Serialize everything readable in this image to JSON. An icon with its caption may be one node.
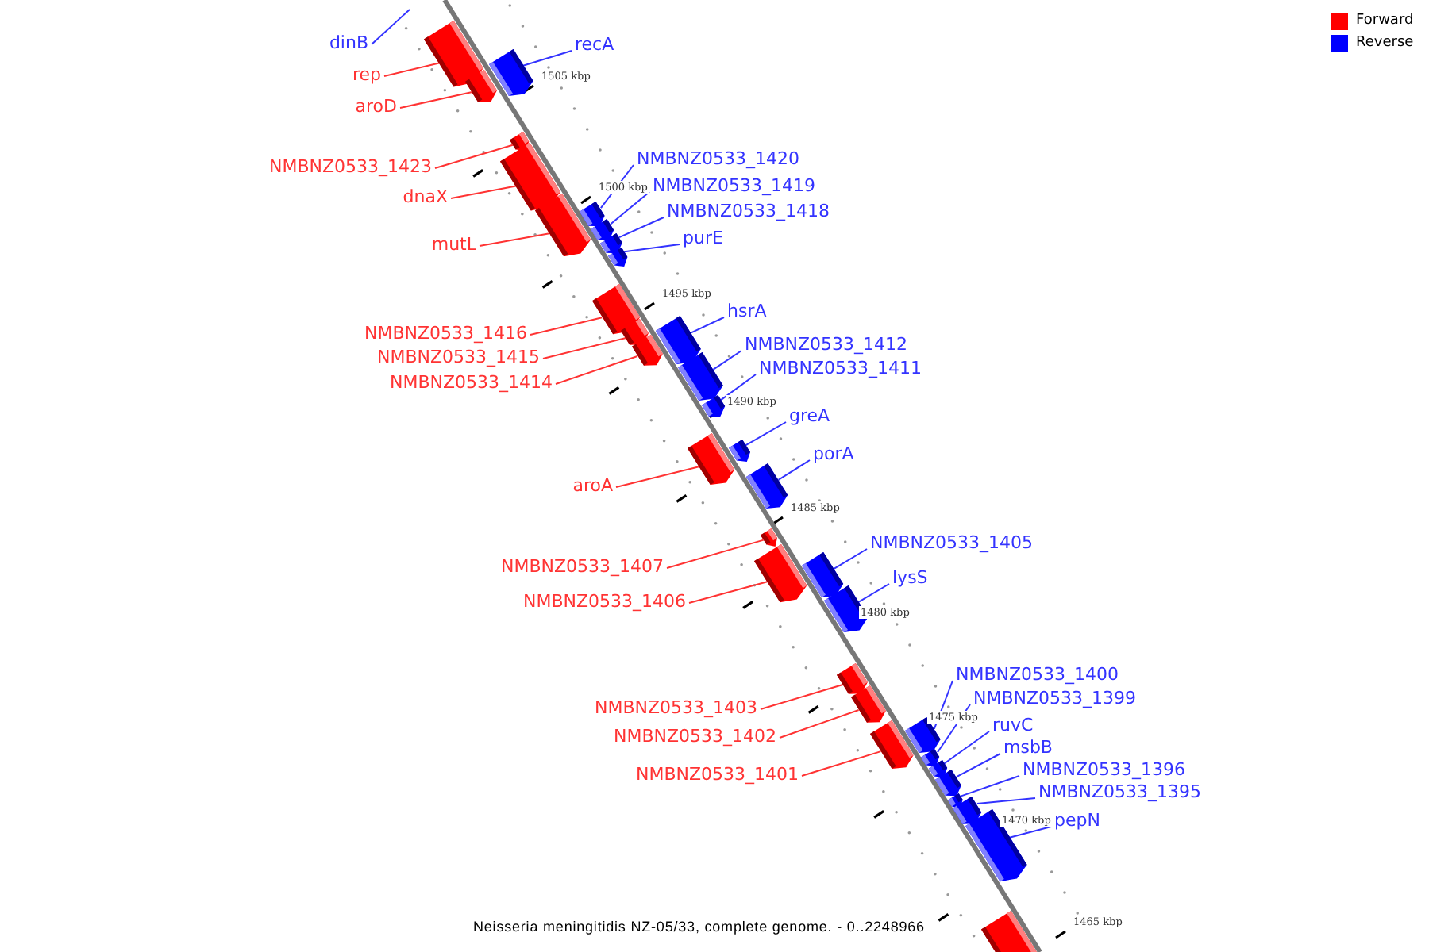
{
  "diagram": {
    "caption": "Neisseria meningitidis NZ-05/33, complete genome. - 0..2248966",
    "nodes": [
      {
        "text": [
          "dinB"
        ]
      },
      {
        "text": [
          "rep"
        ]
      },
      {
        "text": [],
        "shape": "bar"
      },
      {
        "text": [
          "aroD"
        ]
      },
      {
        "text": [],
        "shape": "bar"
      },
      {
        "text": [
          "recA"
        ]
      },
      {
        "text": [],
        "shape": "bar"
      },
      {
        "text": [
          "NMBNZ0533_1423"
        ]
      },
      {
        "text": [],
        "shape": "bar"
      },
      {
        "text": [
          "dnaX"
        ]
      },
      {
        "text": [],
        "shape": "bar"
      },
      {
        "text": [
          "mutL"
        ]
      },
      {
        "text": [],
        "shape": "bar"
      },
      {
        "text": [
          "NMBNZ0533_1420"
        ]
      },
      {
        "text": [],
        "shape": "bar"
      },
      {
        "text": [
          "NMBNZ0533_1419"
        ]
      },
      {
        "text": [],
        "shape": "bar"
      },
      {
        "text": [
          "NMBNZ0533_1418"
        ]
      },
      {
        "text": [],
        "shape": "bar"
      },
      {
        "text": [
          "purE"
        ]
      },
      {
        "text": [],
        "shape": "bar"
      },
      {
        "text": [
          "NMBNZ0533_1416"
        ]
      },
      {
        "text": [],
        "shape": "bar"
      },
      {
        "text": [
          "NMBNZ0533_1415"
        ]
      },
      {
        "text": [],
        "shape": "bar"
      },
      {
        "text": [
          "NMBNZ0533_1414"
        ]
      },
      {
        "text": [],
        "shape": "bar"
      },
      {
        "text": [
          "hsrA"
        ]
      },
      {
        "text": [],
        "shape": "bar"
      },
      {
        "text": [
          "NMBNZ0533_1412"
        ]
      },
      {
        "text": [],
        "shape": "bar"
      },
      {
        "text": [
          "NMBNZ0533_1411"
        ]
      },
      {
        "text": [],
        "shape": "bar"
      },
      {
        "text": [
          "greA"
        ]
      },
      {
        "text": [],
        "shape": "bar"
      },
      {
        "text": [
          "aroA"
        ]
      },
      {
        "text": [],
        "shape": "bar"
      },
      {
        "text": [
          "porA"
        ]
      },
      {
        "text": [],
        "shape": "bar"
      },
      {
        "text": [
          "NMBNZ0533_1407"
        ]
      },
      {
        "text": [],
        "shape": "bar"
      },
      {
        "text": [
          "NMBNZ0533_1406"
        ]
      },
      {
        "text": [],
        "shape": "bar"
      },
      {
        "text": [
          "NMBNZ0533_1405"
        ]
      },
      {
        "text": [],
        "shape": "bar"
      },
      {
        "text": [
          "lysS"
        ]
      },
      {
        "text": [],
        "shape": "bar"
      },
      {
        "text": [
          "NMBNZ0533_1403"
        ]
      },
      {
        "text": [],
        "shape": "bar"
      },
      {
        "text": [
          "NMBNZ0533_1402"
        ]
      },
      {
        "text": [],
        "shape": "bar"
      },
      {
        "text": [
          "NMBNZ0533_1400"
        ]
      },
      {
        "text": [],
        "shape": "bar"
      },
      {
        "text": [
          "NMBNZ0533_1399"
        ]
      },
      {
        "text": [],
        "shape": "bar"
      },
      {
        "text": [
          "ruvC"
        ]
      },
      {
        "text": [],
        "shape": "bar"
      },
      {
        "text": [
          "NMBNZ0533_1401"
        ]
      },
      {
        "text": [],
        "shape": "bar"
      },
      {
        "text": [
          "msbB"
        ]
      },
      {
        "text": [],
        "shape": "bar"
      },
      {
        "text": [
          "NMBNZ0533_1396"
        ]
      },
      {
        "text": [],
        "shape": "bar"
      },
      {
        "text": [
          "NMBNZ0533_1395"
        ]
      },
      {
        "text": [],
        "shape": "bar"
      },
      {
        "text": [
          "pepN"
        ]
      },
      {
        "text": [],
        "shape": "bar"
      },
      {
        "text": [],
        "shape": "bar"
      }
    ],
    "edges": [
      {
        "from": 0,
        "to": null,
        "arrow": "none",
        "color": "#3333ff"
      },
      {
        "from": 1,
        "to": 2,
        "arrow": "none",
        "color": "#ff3333"
      },
      {
        "from": 3,
        "to": 4,
        "arrow": "none",
        "color": "#ff3333"
      },
      {
        "from": 5,
        "to": 6,
        "arrow": "none",
        "color": "#3333ff"
      },
      {
        "from": 7,
        "to": 8,
        "arrow": "none",
        "color": "#ff3333"
      },
      {
        "from": 9,
        "to": 10,
        "arrow": "none",
        "color": "#ff3333"
      },
      {
        "from": 11,
        "to": 12,
        "arrow": "none",
        "color": "#ff3333"
      },
      {
        "from": 13,
        "to": 14,
        "arrow": "none",
        "color": "#3333ff"
      },
      {
        "from": 15,
        "to": 16,
        "arrow": "none",
        "color": "#3333ff"
      },
      {
        "from": 17,
        "to": 18,
        "arrow": "none",
        "color": "#3333ff"
      },
      {
        "from": 19,
        "to": 20,
        "arrow": "none",
        "color": "#3333ff"
      },
      {
        "from": 21,
        "to": 22,
        "arrow": "none",
        "color": "#ff3333"
      },
      {
        "from": 23,
        "to": 24,
        "arrow": "none",
        "color": "#ff3333"
      },
      {
        "from": 25,
        "to": 26,
        "arrow": "none",
        "color": "#ff3333"
      },
      {
        "from": 27,
        "to": 28,
        "arrow": "none",
        "color": "#3333ff"
      },
      {
        "from": 29,
        "to": 30,
        "arrow": "none",
        "color": "#3333ff"
      },
      {
        "from": 31,
        "to": 32,
        "arrow": "none",
        "color": "#3333ff"
      },
      {
        "from": 33,
        "to": 34,
        "arrow": "none",
        "color": "#3333ff"
      },
      {
        "from": 35,
        "to": 36,
        "arrow": "none",
        "color": "#ff3333"
      },
      {
        "from": 37,
        "to": 38,
        "arrow": "none",
        "color": "#3333ff"
      },
      {
        "from": 39,
        "to": 40,
        "arrow": "none",
        "color": "#ff3333"
      },
      {
        "from": 41,
        "to": 42,
        "arrow": "none",
        "color": "#ff3333"
      },
      {
        "from": 43,
        "to": 44,
        "arrow": "none",
        "color": "#3333ff"
      },
      {
        "from": 45,
        "to": 46,
        "arrow": "none",
        "color": "#3333ff"
      },
      {
        "from": 47,
        "to": 48,
        "arrow": "none",
        "color": "#ff3333"
      },
      {
        "from": 49,
        "to": 50,
        "arrow": "none",
        "color": "#ff3333"
      },
      {
        "from": 51,
        "to": 52,
        "arrow": "none",
        "color": "#3333ff"
      },
      {
        "from": 53,
        "to": 54,
        "arrow": "none",
        "color": "#3333ff"
      },
      {
        "from": 55,
        "to": 56,
        "arrow": "none",
        "color": "#3333ff"
      },
      {
        "from": 57,
        "to": 58,
        "arrow": "none",
        "color": "#ff3333"
      },
      {
        "from": 59,
        "to": 60,
        "arrow": "none",
        "color": "#3333ff"
      },
      {
        "from": 61,
        "to": 62,
        "arrow": "none",
        "color": "#3333ff"
      },
      {
        "from": 63,
        "to": 64,
        "arrow": "none",
        "color": "#3333ff"
      },
      {
        "from": 65,
        "to": 66,
        "arrow": "none",
        "color": "#3333ff"
      }
    ],
    "labels": [
      "1505 kbp",
      "1500 kbp",
      "1495 kbp",
      "1490 kbp",
      "1485 kbp",
      "1480 kbp",
      "1475 kbp",
      "1470 kbp",
      "1465 kbp"
    ],
    "legend": [
      {
        "text": "Forward",
        "color": "#ff0000"
      },
      {
        "text": "Reverse",
        "color": "#0000ff"
      }
    ]
  }
}
